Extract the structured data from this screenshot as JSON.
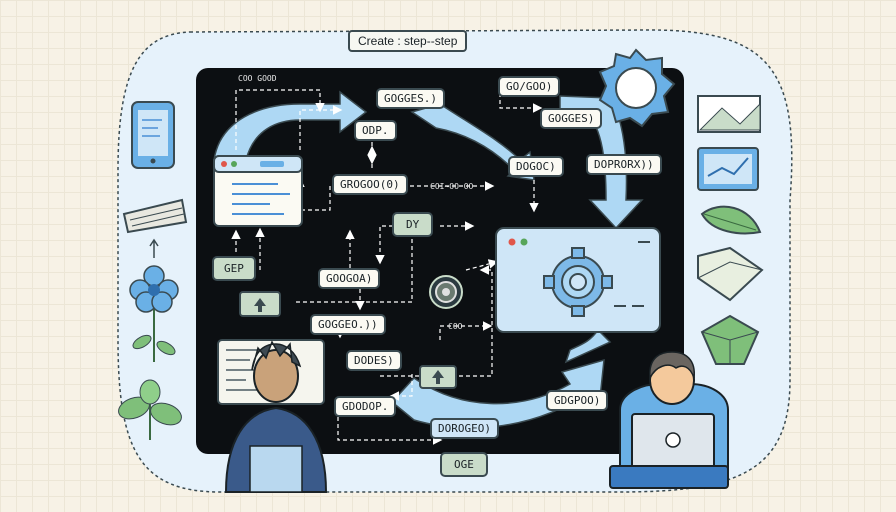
{
  "title": "Create : step--step",
  "labels": {
    "gogges": "GOGGES.)",
    "gogoo_top": "GO/GOO)",
    "odp": "ODP.",
    "gogges2": "GOGGES)",
    "dogoc": "DOGOC)",
    "doprorx": "DOPRORX))",
    "grogoo": "GROGOO(0)",
    "dy": "DY",
    "gep": "GEP",
    "googoa": "GOOGOA)",
    "goggeo": "GOGGEO.))",
    "dodes": "DODES)",
    "gdodop": "GDODOP.",
    "dorogeo": "DOROGEO)",
    "gdgpoo": "GDGPOO)",
    "oge": "OGE"
  },
  "tiny": {
    "t1": "COO  GOOD",
    "t2": "COI~OO  OO",
    "t3": "COO"
  }
}
